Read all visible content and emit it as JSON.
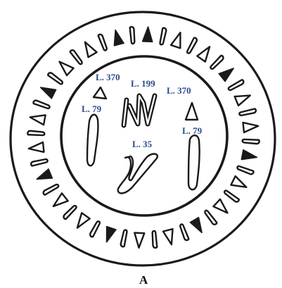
{
  "labels": {
    "l370_left": "L. 370",
    "l199": "L. 199",
    "l370_right": "L. 370",
    "l79_left": "L. 79",
    "l79_right": "L. 79",
    "l35": "L. 35"
  },
  "caption": "A",
  "colors": {
    "ink": "#1a1a1a",
    "label": "#2d4a8a",
    "background": "#ffffff"
  }
}
